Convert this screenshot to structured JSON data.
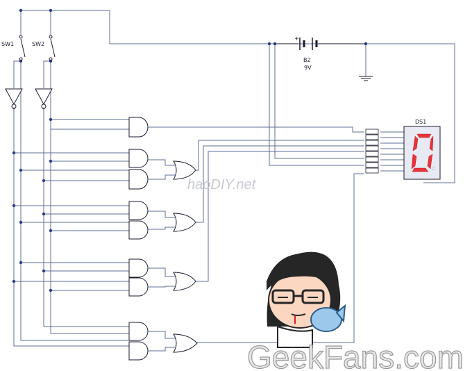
{
  "components": {
    "sw1": "SW1",
    "sw2": "SW2",
    "battery_name": "B2",
    "battery_value": "9V",
    "battery_plus": "+",
    "display_name": "DS1",
    "display_digit": "0"
  },
  "watermarks": {
    "center": "haoDIY.net",
    "bottom": "GeekFans.com"
  },
  "colors": {
    "wire": "#5c6e94",
    "node": "#2a3b8f",
    "segment_on": "#e8323c",
    "display_bg": "#e7eaf2"
  }
}
